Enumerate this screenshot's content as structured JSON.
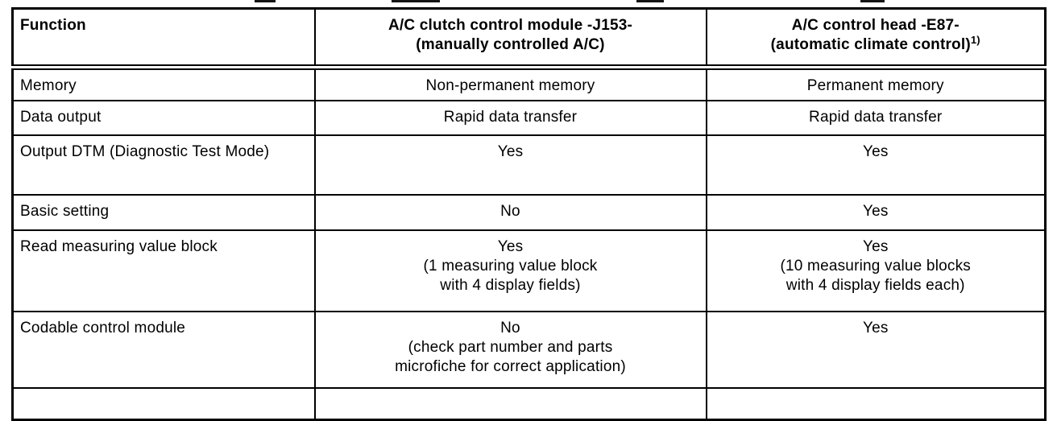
{
  "table": {
    "header": {
      "function_label": "Function",
      "j153": {
        "line1": "A/C clutch control module -J153-",
        "line2": "(manually controlled A/C)"
      },
      "e87": {
        "line1": "A/C control head -E87-",
        "line2": "(automatic climate control)",
        "footnote_marker": "1)"
      }
    },
    "rows": [
      {
        "function": "Memory",
        "j153": "Non-permanent memory",
        "e87": "Permanent memory"
      },
      {
        "function": "Data output",
        "j153": "Rapid data transfer",
        "e87": "Rapid data transfer"
      },
      {
        "function": "Output DTM (Diagnostic Test Mode)",
        "j153": "Yes",
        "e87": "Yes"
      },
      {
        "function": "Basic setting",
        "j153": "No",
        "e87": "Yes"
      },
      {
        "function": "Read measuring value block",
        "j153": "Yes\n(1 measuring value block\nwith 4 display fields)",
        "e87": "Yes\n(10 measuring value blocks\nwith 4 display fields each)"
      },
      {
        "function": "Codable control module",
        "j153": "No\n(check part number and parts\nmicrofiche for correct application)",
        "e87": "Yes"
      }
    ]
  }
}
